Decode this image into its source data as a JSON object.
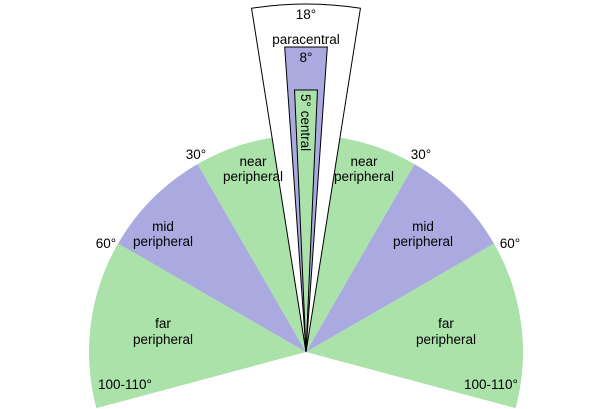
{
  "colors": {
    "green": "#aae2aa",
    "blue": "#aaaae0",
    "white": "#ffffff",
    "stroke": "#000000"
  },
  "zones": {
    "far": {
      "label_line1": "far",
      "label_line2": "peripheral",
      "from_deg": 60,
      "to_deg": 105
    },
    "mid": {
      "label_line1": "mid",
      "label_line2": "peripheral",
      "from_deg": 30,
      "to_deg": 60
    },
    "near": {
      "label_line1": "near",
      "label_line2": "peripheral",
      "from_deg": 0,
      "to_deg": 30
    },
    "paracentral": {
      "label": "paracentral",
      "angle_label": "8°",
      "full_angle_deg": 8
    },
    "macular": {
      "angle_label": "18°",
      "full_angle_deg": 18
    },
    "central": {
      "label": "5° central",
      "full_angle_deg": 5
    }
  },
  "angle_labels": {
    "a30": "30°",
    "a60": "60°",
    "a100": "100-110°"
  }
}
